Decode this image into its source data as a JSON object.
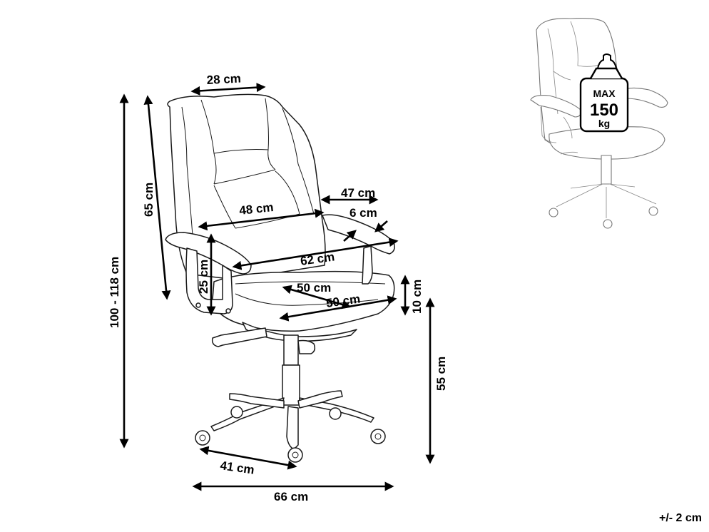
{
  "dimensions": {
    "backrest_top_width": "28 cm",
    "backrest_height": "65 cm",
    "total_height": "100 - 118 cm",
    "seat_width_inner": "48 cm",
    "armrest_length": "47 cm",
    "armrest_width": "6 cm",
    "width_between_armrests": "62 cm",
    "armrest_height": "25 cm",
    "seat_depth": "50 cm",
    "seat_width": "50 cm",
    "seat_thickness": "10 cm",
    "seat_height": "55 cm",
    "base_radius": "41 cm",
    "base_diameter": "66 cm"
  },
  "weight_badge": {
    "max_label": "MAX",
    "value": "150",
    "unit": "kg"
  },
  "tolerance": "+/- 2 cm"
}
